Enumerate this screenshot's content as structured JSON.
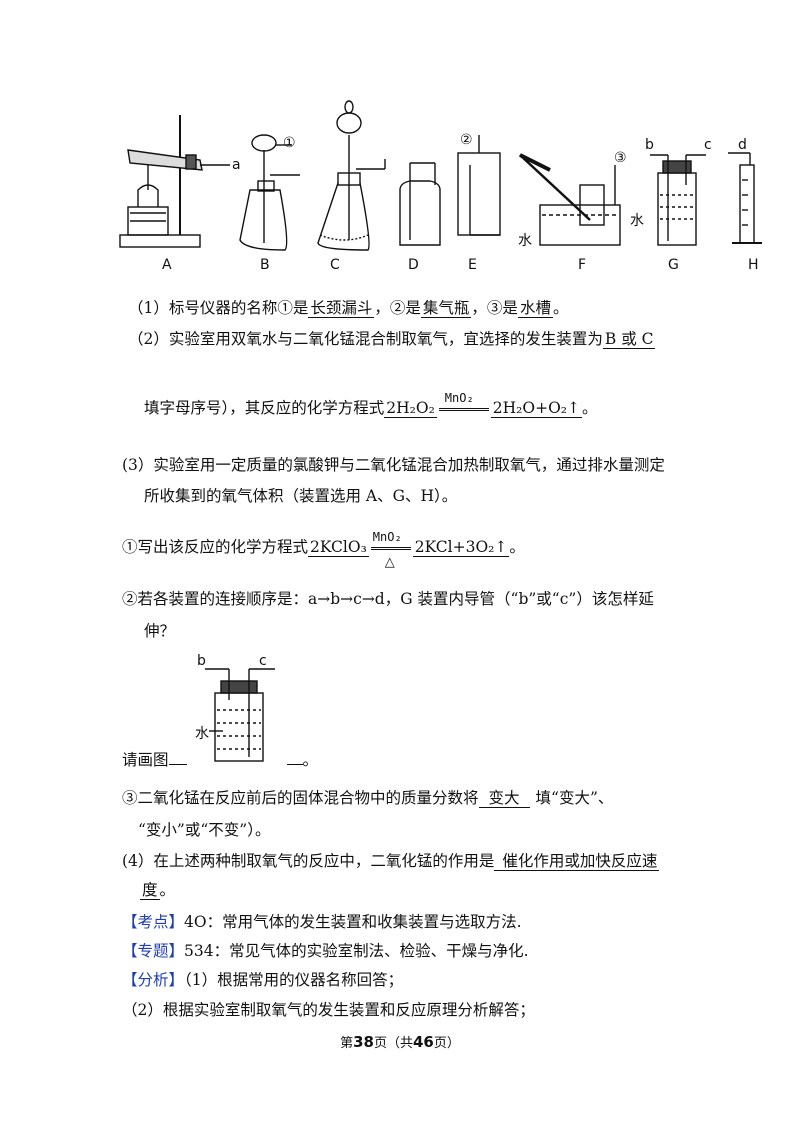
{
  "apparatus_labels": [
    "A",
    "B",
    "C",
    "D",
    "E",
    "F",
    "G",
    "H"
  ],
  "markers": {
    "a": "a",
    "b": "b",
    "c": "c",
    "d": "d",
    "m1": "①",
    "m2": "②",
    "m3": "③",
    "water": "水"
  },
  "q1": {
    "prefix": "（1）标号仪器的名称①是",
    "ans1": "长颈漏斗",
    "mid1": "，②是",
    "ans2": "集气瓶",
    "mid2": "，③是",
    "ans3": "水槽",
    "end": "。"
  },
  "q2": {
    "prefix": "（2）实验室用双氧水与二氧化锰混合制取氧气，宜选择的发生装置为",
    "ans": "B 或 C",
    "line2_prefix": "填字母序号），其反应的化学方程式",
    "eq_left": "2H₂O₂",
    "catalyst": "MnO₂",
    "eq_right": "2H₂O+O₂↑",
    "end": "。"
  },
  "q3": {
    "line1": "(3）实验室用一定质量的氯酸钾与二氧化锰混合加热制取氧气，通过排水量测定",
    "line2": "所收集到的氧气体积（装置选用 A、G、H）。",
    "sub1_prefix": "①写出该反应的化学方程式",
    "sub1_left": "2KClO₃",
    "sub1_catalyst": "MnO₂",
    "sub1_cond": "△",
    "sub1_right": "2KCl+3O₂↑",
    "sub1_end": "。",
    "sub2_line1": "②若各装置的连接顺序是：a→b→c→d，G 装置内导管（“b”或“c”）该怎样延",
    "sub2_line2": "伸？",
    "draw_prefix": "请画图",
    "draw_end": "。",
    "sub3_prefix": "③二氧化锰在反应前后的固体混合物中的质量分数将",
    "sub3_ans": "变大",
    "sub3_mid": "填“变大”、",
    "sub3_line2": "“变小”或“不变”）。"
  },
  "q4": {
    "prefix": "(4）在上述两种制取氧气的反应中，二氧化锰的作用是",
    "ans_part1": "催化作用或加快反应速",
    "ans_part2": "度",
    "end": "。"
  },
  "analysis": {
    "kaodian_tag": "【考点】",
    "kaodian_text": "4O：常用气体的发生装置和收集装置与选取方法.",
    "zhuanti_tag": "【专题】",
    "zhuanti_text": "534：常见气体的实验室制法、检验、干燥与净化.",
    "fenxi_tag": "【分析】",
    "fenxi_text": "（1）根据常用的仪器名称回答；",
    "line2": "（2）根据实验室制取氧气的发生装置和反应原理分析解答；"
  },
  "footer": {
    "pre": "第",
    "page": "38",
    "mid": "页（共",
    "total": "46",
    "post": "页）"
  }
}
